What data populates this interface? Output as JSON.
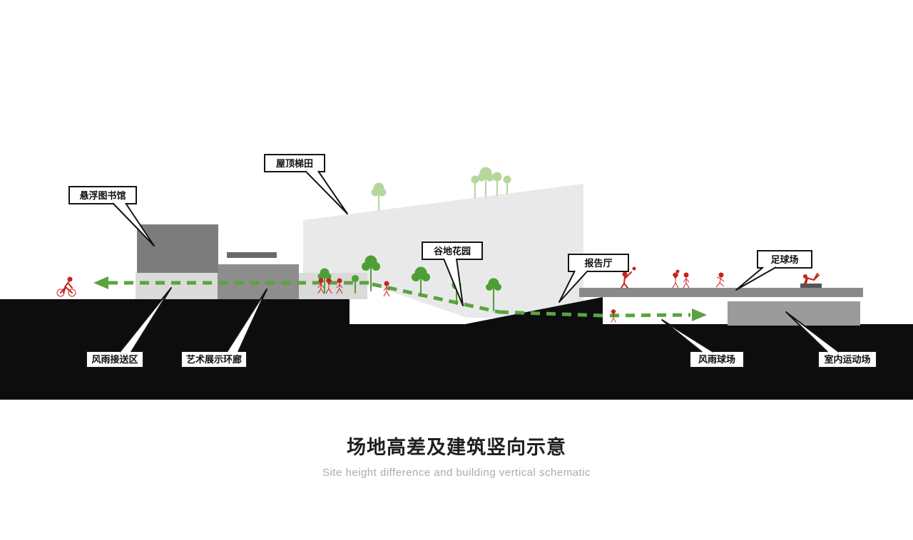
{
  "title": {
    "zh": "场地高差及建筑竖向示意",
    "en": "Site height difference and building vertical schematic"
  },
  "labels": {
    "roof_terrace": "屋顶梯田",
    "library": "悬浮图书馆",
    "valley_garden": "谷地花园",
    "lecture_hall": "报告厅",
    "football_field": "足球场",
    "pickup_area": "风雨接送区",
    "art_corridor": "艺术展示环廊",
    "covered_court": "风雨球场",
    "indoor_sports": "室内运动场"
  },
  "colors": {
    "ground": "#0d0d0d",
    "building_light": "#e9e9e9",
    "building_base": "#dadada",
    "building_mid": "#8d8d8d",
    "building_dark": "#7c7c7c",
    "slab_dark": "#6a6a6a",
    "platform": "#8a8a8a",
    "indoor_box": "#9b9b9b",
    "bench": "#555555",
    "path_green": "#5aa33e",
    "tree_green": "#4f9e35",
    "tree_light": "#b5d79a",
    "figure_red": "#c6231d"
  },
  "figures": [
    "cyclist",
    "pedestrian",
    "pedestrian-cheering",
    "pedestrian",
    "hiker-on-slope",
    "baseball-player",
    "volleyball-player",
    "pedestrian",
    "runner",
    "gymnast",
    "player-under-canopy"
  ]
}
